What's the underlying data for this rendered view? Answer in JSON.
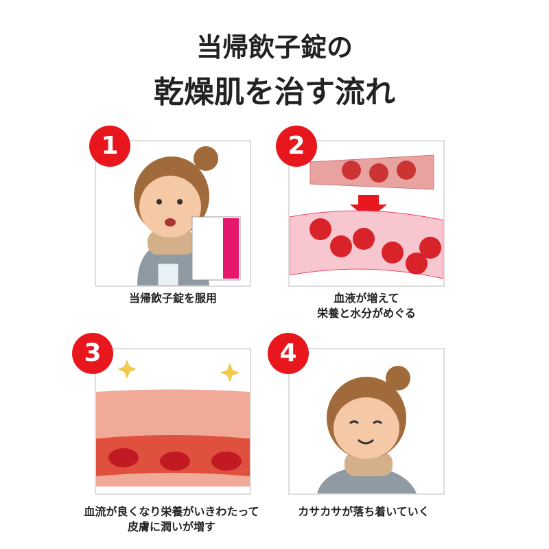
{
  "title": {
    "line1": "当帰飲子錠の",
    "line2": "乾燥肌を治す流れ"
  },
  "steps": [
    {
      "number": "1",
      "caption_line1": "当帰飲子錠を服用",
      "caption_line2": ""
    },
    {
      "number": "2",
      "caption_line1": "血液が増えて",
      "caption_line2": "栄養と水分がめぐる"
    },
    {
      "number": "3",
      "caption_line1": "血流が良くなり栄養がいきわたって",
      "caption_line2": "皮膚に潤いが増す"
    },
    {
      "number": "4",
      "caption_line1": "カサカサが落ち着いていく",
      "caption_line2": ""
    }
  ],
  "colors": {
    "badge": "#e8171d",
    "border": "#dddddd",
    "skin": "#f5c9a6",
    "blood": "#d8232a"
  }
}
